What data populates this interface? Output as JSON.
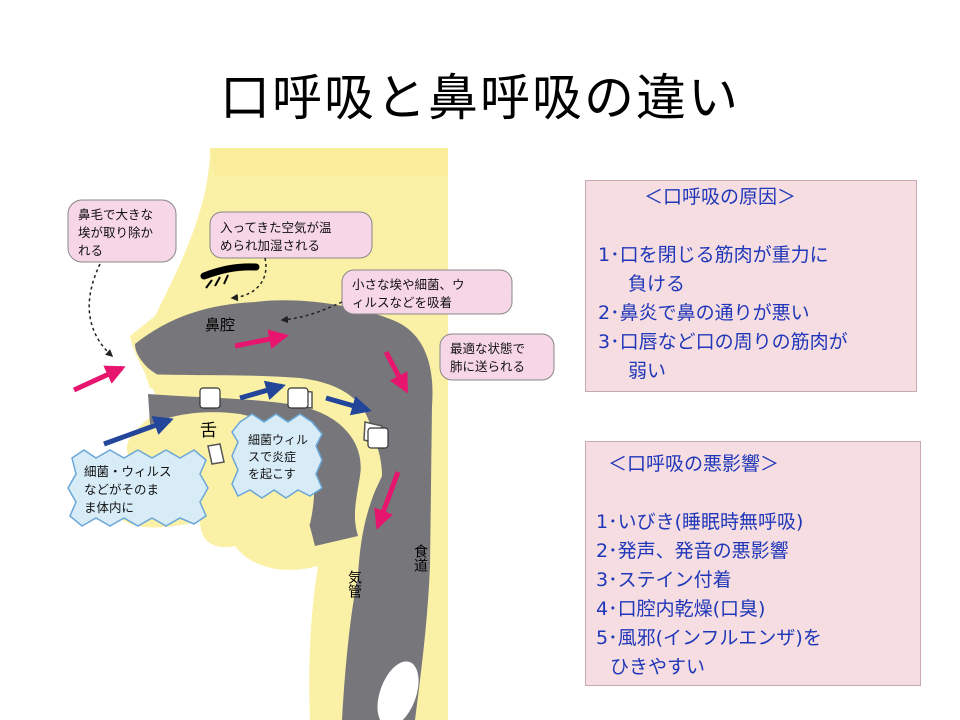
{
  "title": "口呼吸と鼻呼吸の違い",
  "diagram": {
    "callouts": {
      "nose_hair": [
        "鼻毛で大きな",
        "埃が取り除か",
        "れる"
      ],
      "warm_air": [
        "入ってきた空気が温",
        "められ加湿される"
      ],
      "small_dust": [
        "小さな埃や細菌、ウ",
        "ィルスなどを吸着"
      ],
      "optimal": [
        "最適な状態で",
        "肺に送られる"
      ],
      "bacteria_body": [
        "細菌・ウィルス",
        "などがそのま",
        "ま体内に"
      ],
      "inflammation": [
        "細菌ウィル",
        "スで炎症",
        "を起こす"
      ]
    },
    "labels": {
      "nasal_cavity": "鼻腔",
      "tongue": "舌",
      "trachea": "気管",
      "esophagus": "食道"
    },
    "colors": {
      "skin": "#fbf1a6",
      "cavity": "#77777b",
      "nose_arrow": "#e8156e",
      "mouth_arrow": "#23469a",
      "callout_pink": "#f7d6e8",
      "callout_blue": "#d8ecf8"
    }
  },
  "causes": {
    "heading": "＜口呼吸の原因＞",
    "items": [
      {
        "first": "1･口を閉じる筋肉が重力に",
        "cont": "負ける"
      },
      {
        "first": "2･鼻炎で鼻の通りが悪い",
        "cont": ""
      },
      {
        "first": "3･口唇など口の周りの筋肉が",
        "cont": "弱い"
      }
    ]
  },
  "effects": {
    "heading": "＜口呼吸の悪影響＞",
    "items": [
      {
        "first": "1･いびき(睡眠時無呼吸)",
        "cont": ""
      },
      {
        "first": "2･発声、発音の悪影響",
        "cont": ""
      },
      {
        "first": "3･ステイン付着",
        "cont": ""
      },
      {
        "first": "4･口腔内乾燥(口臭)",
        "cont": ""
      },
      {
        "first": "5･風邪(インフルエンザ)を",
        "cont": "ひきやすい"
      }
    ]
  }
}
